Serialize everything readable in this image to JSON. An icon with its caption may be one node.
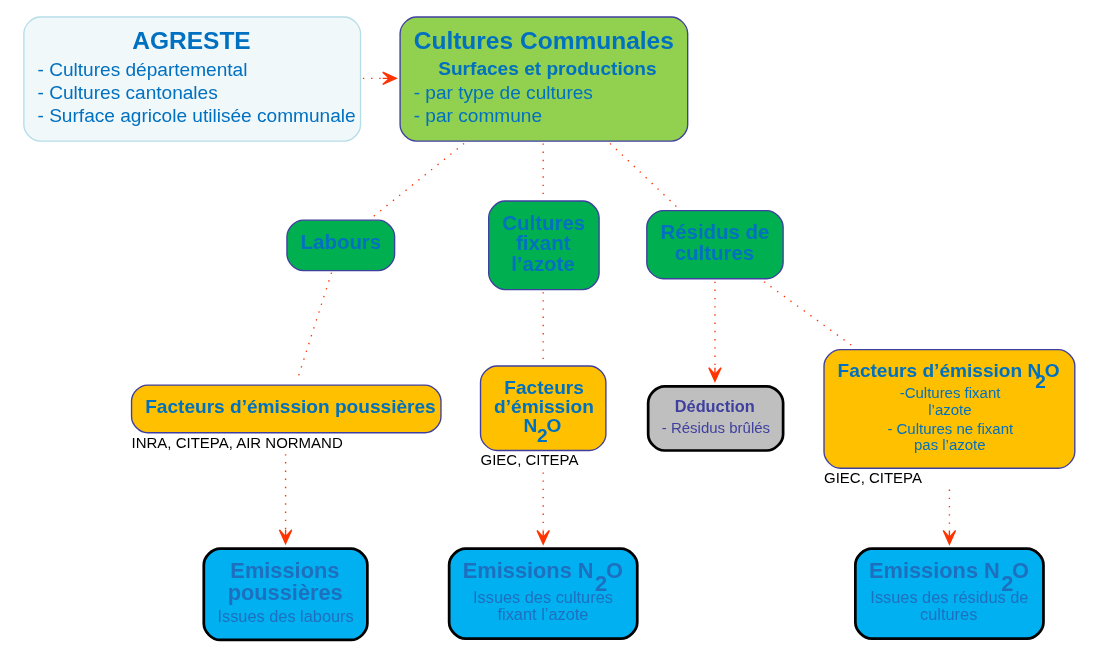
{
  "diagram": {
    "nodes": [
      {
        "text": [
          "Cultures Communales",
          "Surfaces et productions",
          "- par type de cultures",
          "- par commune"
        ]
      },
      {
        "text": [
          "AGRESTE",
          "- Cultures départemental",
          "- Cultures cantonales",
          "- Surface agricole utilisée communale"
        ]
      },
      {
        "text": [
          "Labours"
        ]
      },
      {
        "text": [
          "Cultures fixant l’azote"
        ]
      },
      {
        "text": [
          "Résidus de cultures"
        ]
      },
      {
        "text": [
          "Déduction",
          "- Résidus brûlés"
        ]
      },
      {
        "text": [
          "Facteurs d’émission poussières"
        ],
        "beside": [
          "INRA, CITEPA, AIR NORMAND"
        ]
      },
      {
        "text": [
          "Facteurs d’émission N$_{2}$O"
        ],
        "beside": [
          "GIEC, CITEPA"
        ]
      },
      {
        "text": [
          "Facteurs d’émission N$_{2}$O",
          "-Cultures fixant l’azote",
          "- Cultures ne fixant pas l’azote"
        ],
        "beside": [
          "GIEC, CITEPA"
        ]
      },
      {
        "text": [
          "Emissions poussières",
          "Issues des labours"
        ]
      },
      {
        "text": [
          "Emissions N$_{2}$O",
          "Issues des cultures fixant l’azote"
        ]
      },
      {
        "text": [
          "Emissions N$_{2}$O",
          "Issues des résidus de cultures"
        ]
      }
    ],
    "edges": [
      {
        "from": 1,
        "to": 0,
        "arrow": "to",
        "style": "dashed"
      },
      {
        "from": 0,
        "to": 2,
        "arrow": "none",
        "style": "dashed"
      },
      {
        "from": 0,
        "to": 3,
        "arrow": "none",
        "style": "dashed"
      },
      {
        "from": 0,
        "to": 4,
        "arrow": "none",
        "style": "dashed"
      },
      {
        "from": 2,
        "to": 6,
        "arrow": "none",
        "style": "dashed"
      },
      {
        "from": 6,
        "to": 9,
        "arrow": "to",
        "style": "dashed"
      },
      {
        "from": 3,
        "to": 7,
        "arrow": "none",
        "style": "dashed"
      },
      {
        "from": 7,
        "to": 10,
        "arrow": "to",
        "style": "dashed"
      },
      {
        "from": 4,
        "to": 5,
        "arrow": "to",
        "style": "dashed"
      },
      {
        "from": 4,
        "to": 8,
        "arrow": "none",
        "style": "dashed"
      },
      {
        "from": 8,
        "to": 11,
        "arrow": "to",
        "style": "dashed"
      }
    ]
  }
}
